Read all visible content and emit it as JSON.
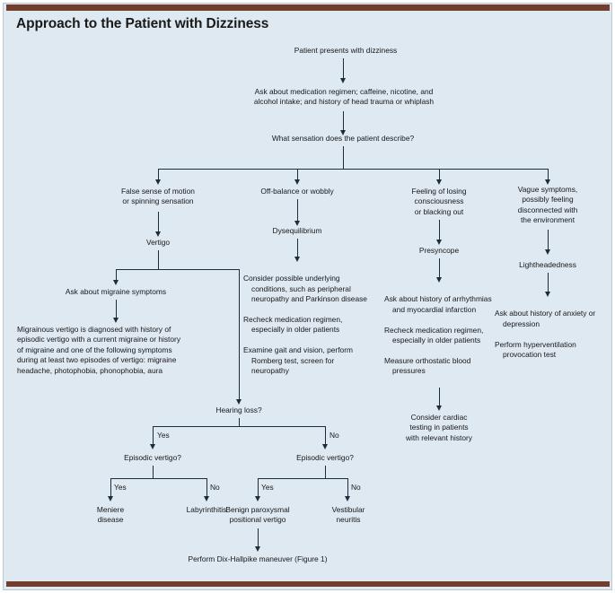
{
  "figure": {
    "title": "Approach to the Patient with Dizziness",
    "accent_color": "#713d2c",
    "panel_color": "#dfe9f1",
    "line_color": "#1d2d3c",
    "text_color": "#181818"
  },
  "nodes": {
    "start": "Patient presents with dizziness",
    "history": "Ask about medication regimen; caffeine, nicotine, and\nalcohol intake; and history of head trauma or whiplash",
    "sensation_question": "What sensation does the patient describe?",
    "branch1_symptom": "False sense of motion\nor spinning sensation",
    "branch2_symptom": "Off-balance or wobbly",
    "branch3_symptom": "Feeling of losing\nconsciousness\nor blacking out",
    "branch4_symptom": "Vague symptoms,\npossibly feeling\ndisconnected with\nthe environment",
    "vertigo": "Vertigo",
    "dysequilibrium": "Dysequilibrium",
    "presyncope": "Presyncope",
    "lightheadedness": "Lightheadedness",
    "migraine_question": "Ask about migraine symptoms",
    "migrainous_vertigo": "Migrainous vertigo is diagnosed with history of\nepisodic vertigo with a current migraine or history\nof migraine and one of the following symptoms\nduring at least two episodes of vertigo: migraine\nheadache, photophobia, phonophobia, aura",
    "dysequilibrium_actions": [
      "Consider possible underlying conditions, such as peripheral neuropathy and Parkinson disease",
      "Recheck medication regimen, especially in older patients",
      "Examine gait and vision, perform Romberg test, screen for neuropathy"
    ],
    "presyncope_actions": [
      "Ask about history of arrhythmias and myocardial infarction",
      "Recheck medication regimen, especially in older patients",
      "Measure orthostatic blood pressures"
    ],
    "presyncope_followup": "Consider cardiac\ntesting in patients\nwith relevant history",
    "lightheadedness_actions": [
      "Ask about history of anxiety or depression",
      "Perform hyperventilation provocation test"
    ],
    "hearing_loss_question": "Hearing loss?",
    "episodic_vertigo_left": "Episodic vertigo?",
    "episodic_vertigo_right": "Episodic vertigo?",
    "meniere": "Meniere\ndisease",
    "labyrinthitis": "Labyrinthitis",
    "bppv": "Benign paroxysmal\npositional vertigo",
    "vestibular_neuritis": "Vestibular\nneuritis",
    "dix_hallpike": "Perform Dix-Hallpike maneuver (Figure 1)"
  },
  "edge_labels": {
    "hearing_yes": "Yes",
    "hearing_no": "No",
    "left_vertigo_yes": "Yes",
    "left_vertigo_no": "No",
    "right_vertigo_yes": "Yes",
    "right_vertigo_no": "No"
  }
}
